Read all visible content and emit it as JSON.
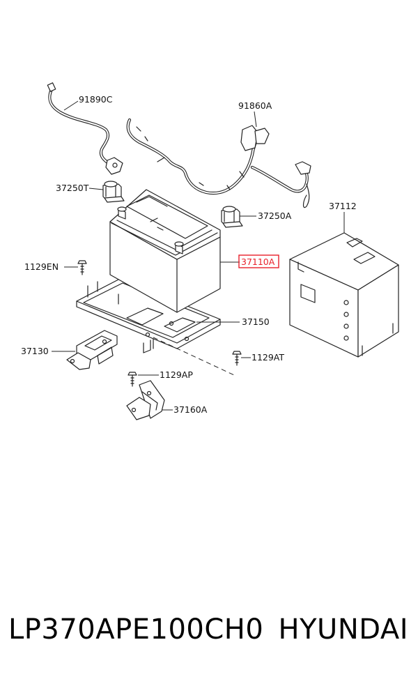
{
  "labels": {
    "l91890c": "91890C",
    "l91860a": "91860A",
    "l37250t": "37250T",
    "l37250a": "37250A",
    "l37112": "37112",
    "l1129en": "1129EN",
    "l37110a": "37110A",
    "l37150": "37150",
    "l37130": "37130",
    "l1129at": "1129AT",
    "l1129ap": "1129AP",
    "l37160a": "37160A"
  },
  "highlight_color": "#e8202a",
  "footer": {
    "part_number": "LP370APE100CH0",
    "brand": "HYUNDAI"
  }
}
